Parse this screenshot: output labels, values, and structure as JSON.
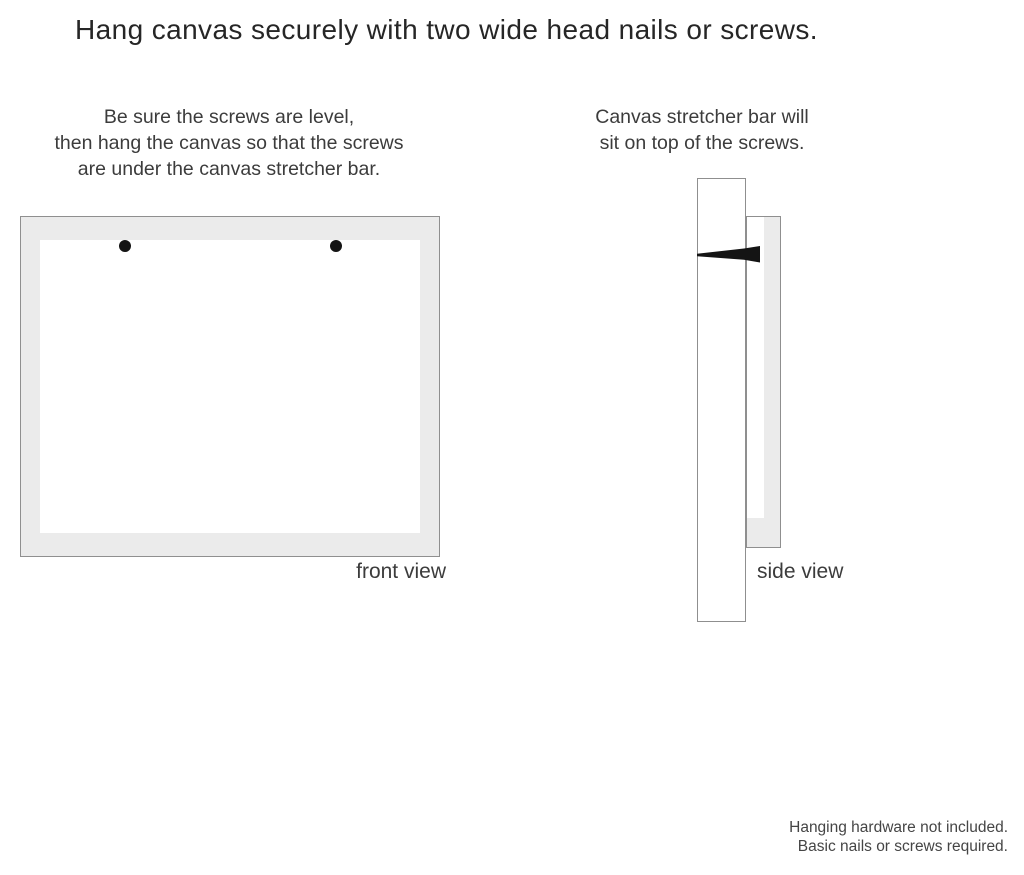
{
  "title": "Hang canvas securely with two wide head nails or screws.",
  "instructions": {
    "left_lines": [
      "Be sure the screws are level,",
      "then hang the canvas so that the screws",
      "are under the canvas stretcher bar."
    ],
    "right_lines": [
      "Canvas stretcher bar will",
      "sit on top of the screws."
    ]
  },
  "diagram": {
    "front_view": {
      "label": "front view",
      "screw_count": 2
    },
    "side_view": {
      "label": "side view"
    }
  },
  "footnote_lines": [
    "Hanging hardware not included.",
    "Basic nails or screws required."
  ],
  "colors": {
    "background": "#ffffff",
    "canvas_fill": "#ebebeb",
    "outline": "#8f8f8f",
    "ink": "#141414",
    "text": "#3c3c3c"
  }
}
